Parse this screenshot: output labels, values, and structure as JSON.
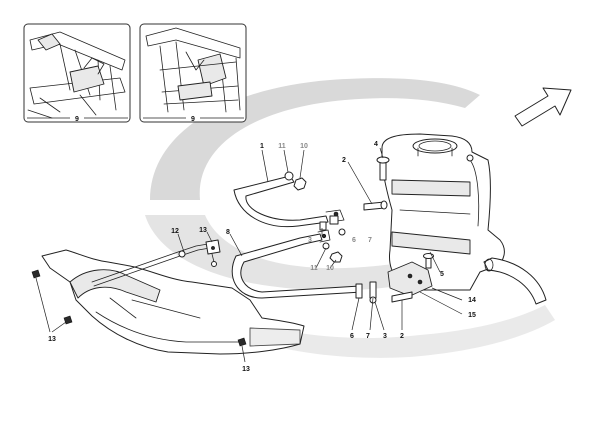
{
  "colors": {
    "background": "#ffffff",
    "watermark": "#d9d9d9",
    "line": "#222222",
    "ghost_label": "#888888"
  },
  "watermark": {
    "icon": "brand-swoosh-watermark"
  },
  "direction_arrow": {
    "icon": "front-direction-arrow-icon"
  },
  "insets": [
    {
      "name": "inset-left",
      "label": "9"
    },
    {
      "name": "inset-right",
      "label": "9"
    }
  ],
  "callouts": [
    {
      "label": "1",
      "ghost": false
    },
    {
      "label": "11",
      "ghost": true
    },
    {
      "label": "10",
      "ghost": true
    },
    {
      "label": "4",
      "ghost": false
    },
    {
      "label": "2",
      "ghost": false
    },
    {
      "label": "8",
      "ghost": false
    },
    {
      "label": "12",
      "ghost": false
    },
    {
      "label": "13",
      "ghost": false
    },
    {
      "label": "3",
      "ghost": true
    },
    {
      "label": "6",
      "ghost": true
    },
    {
      "label": "7",
      "ghost": true
    },
    {
      "label": "11",
      "ghost": true
    },
    {
      "label": "10",
      "ghost": true
    },
    {
      "label": "5",
      "ghost": false
    },
    {
      "label": "14",
      "ghost": false
    },
    {
      "label": "15",
      "ghost": false
    },
    {
      "label": "6",
      "ghost": false
    },
    {
      "label": "7",
      "ghost": false
    },
    {
      "label": "3",
      "ghost": false
    },
    {
      "label": "2",
      "ghost": false
    },
    {
      "label": "13",
      "ghost": false
    },
    {
      "label": "13",
      "ghost": false
    }
  ]
}
